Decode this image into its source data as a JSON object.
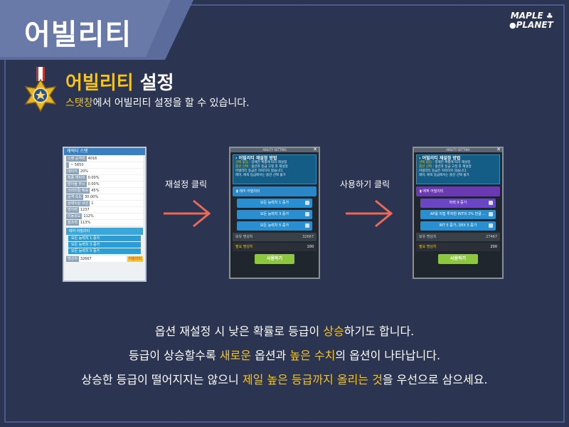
{
  "header": {
    "title": "어빌리티",
    "logo_line1": "MAPLE",
    "logo_line2": "PLANET"
  },
  "section": {
    "title_highlight": "어빌리티",
    "title_rest": " 설정",
    "subtitle_highlight": "스탯창",
    "subtitle_rest": "에서 어빌리티 설정을 할 수 있습니다."
  },
  "stat_window": {
    "title": "캐릭터 스탯",
    "rows": [
      {
        "k": "스탯 공격력",
        "v": "4016"
      },
      {
        "k": "",
        "v": "~ 5650"
      },
      {
        "k": "데미지",
        "v": "20%"
      },
      {
        "k": "최종 데미지",
        "v": "0.00%"
      },
      {
        "k": "방어율 무시",
        "v": "0.00%"
      },
      {
        "k": "크리티컬 확률",
        "v": "45%"
      },
      {
        "k": "공격 속도",
        "v": "30.00%"
      },
      {
        "k": "상태이상 내성",
        "v": "1"
      },
      {
        "k": "방어력",
        "v": "1237"
      },
      {
        "k": "이동속도",
        "v": "112%"
      },
      {
        "k": "점프력",
        "v": "113%"
      }
    ],
    "ability_title": "레어 어빌리티",
    "lines": [
      "모든 능력치 1 증가",
      "모든 능력치 3 증가",
      "모든 능력치 5 증가"
    ],
    "honor_label": "명성치",
    "honor_value": "32667",
    "button": "어빌리티"
  },
  "ability_rare": {
    "window_title": "ABILITY SETTING",
    "guide_title": "어빌리티 재설정 방법",
    "guide_lines": [
      {
        "hl": "선택 없음",
        "text": " : 장애진 확률에 따라 재설정"
      },
      {
        "hl": "옵션 선택",
        "text": " : 옵션과 등급 고정 후 재설정"
      },
      {
        "hl": "",
        "text": "어빌리티 등급은 하락하지 않습니다."
      },
      {
        "hl": "",
        "text": "레어, 에픽 등급에서는 옵션 선택 불가"
      }
    ],
    "rank": "레어 어빌리티",
    "lines": [
      "모든 능력치 1 증가",
      "모든 능력치 3 증가",
      "모든 능력치 5 증가"
    ],
    "have_label": "보유 명성치",
    "have_value": "32667",
    "need_label": "필요 명성치",
    "need_value": "100",
    "use_button": "사용하기"
  },
  "ability_epic": {
    "window_title": "ABILITY SETTING",
    "guide_title": "어빌리티 재설정 방법",
    "guide_lines": [
      {
        "hl": "선택 없음",
        "text": " : 정해진 확률에 따라 재설정"
      },
      {
        "hl": "옵션 선택",
        "text": " : 옵션과 등급 고정 후 재설정"
      },
      {
        "hl": "",
        "text": "어빌리티 등급은 하락하지 않습니다."
      },
      {
        "hl": "",
        "text": "레어, 에픽 등급에서는 옵션 선택 불가"
      }
    ],
    "rank": "에픽 어빌리티",
    "lines": [
      "마력 9 증가",
      "AP를 직접 투자한 INT의 2% 만큼 ...",
      "INT 5 증가, DEX 5 증가"
    ],
    "have_label": "보유 명성치",
    "have_value": "27467",
    "need_label": "필요 명성치",
    "need_value": "200",
    "use_button": "사용하기"
  },
  "steps": {
    "reset_click": "재설정 클릭",
    "use_click": "사용하기 클릭"
  },
  "bottom": {
    "line1": {
      "pre": "옵션 재설정 시 낮은 확률로 등급이 ",
      "hl": "상승",
      "post": "하기도 합니다."
    },
    "line2": {
      "pre": "등급이 상승할수록 ",
      "hl1": "새로운",
      "mid": " 옵션과 ",
      "hl2": "높은 수치",
      "post": "의 옵션이 나타납니다."
    },
    "line3": {
      "pre": "상승한 등급이 떨어지지는 않으니 ",
      "hl": "제일 높은 등급까지 올리는 것",
      "post": "을 우선으로 삼으세요."
    }
  },
  "colors": {
    "background": "#2b3450",
    "banner": "#5b6c9c",
    "highlight": "#f3c422",
    "arrow": "#e86a5a"
  }
}
